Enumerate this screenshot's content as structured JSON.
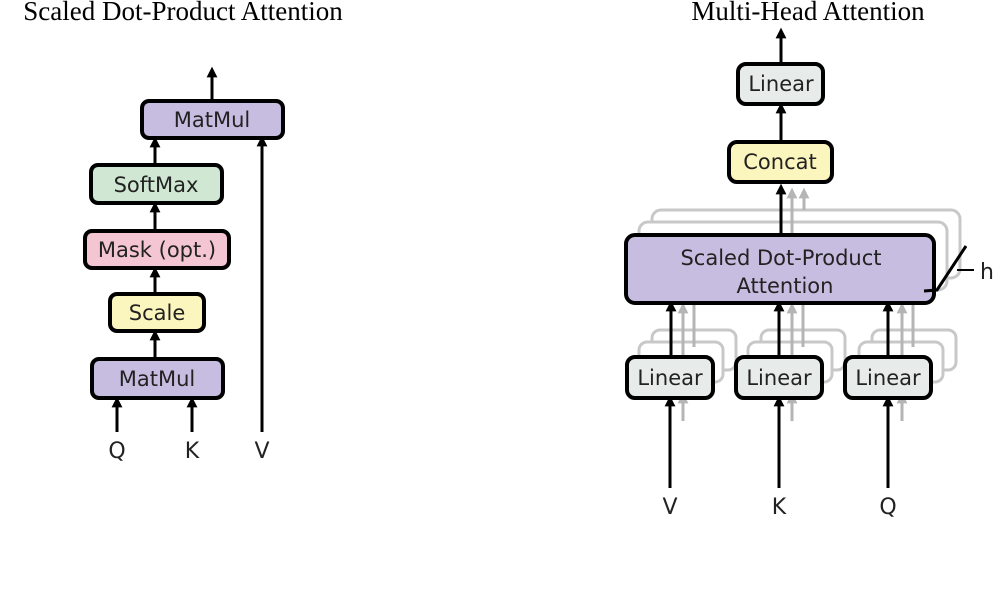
{
  "left": {
    "title": "Scaled Dot-Product Attention",
    "nodes": {
      "matmul_top": "MatMul",
      "softmax": "SoftMax",
      "mask": "Mask (opt.)",
      "scale": "Scale",
      "matmul_bottom": "MatMul"
    },
    "inputs": {
      "q": "Q",
      "k": "K",
      "v": "V"
    }
  },
  "right": {
    "title": "Multi-Head Attention",
    "nodes": {
      "linear_top": "Linear",
      "concat": "Concat",
      "sdpa_line1": "Scaled Dot-Product",
      "sdpa_line2": "Attention",
      "linear_v": "Linear",
      "linear_k": "Linear",
      "linear_q": "Linear"
    },
    "heads_label": "h",
    "inputs": {
      "v": "V",
      "k": "K",
      "q": "Q"
    }
  },
  "colors": {
    "matmul": "#c7bde1",
    "softmax": "#cfe7d3",
    "mask": "#f4c6d3",
    "scale": "#fbf6bd",
    "linear": "#e7ecea",
    "concat": "#fbf6bd",
    "sdpa": "#c7bde1"
  }
}
